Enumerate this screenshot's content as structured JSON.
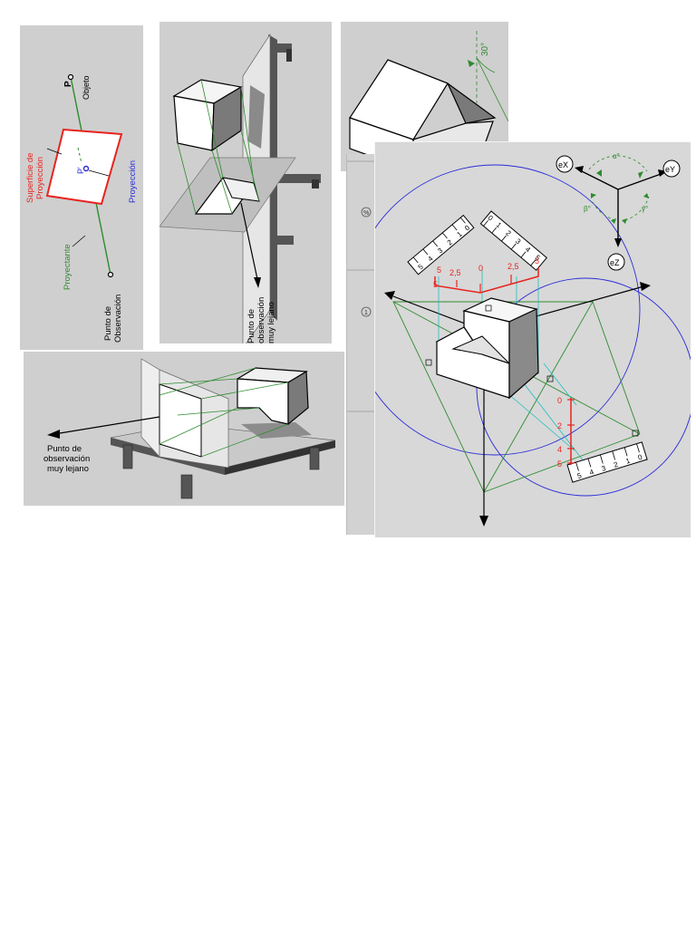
{
  "panel1": {
    "object_label": "Objeto",
    "point_p": "P",
    "surface_label_line1": "Superficie de",
    "surface_label_line2": "Proyección",
    "point_p_prime": "P'",
    "projection_label": "Proyección",
    "projector_label": "Proyectante",
    "observation_line1": "Punto de",
    "observation_line2": "Observación",
    "colors": {
      "red": "#e8231f",
      "blue": "#2a2ad8",
      "green": "#2e8b2e"
    }
  },
  "panel2": {
    "observation_line1": "Punto de",
    "observation_line2": "observación",
    "observation_line3": "muy lejano"
  },
  "panel3": {
    "angle_label": "30°"
  },
  "panel4": {
    "observation_line1": "Punto de",
    "observation_line2": "observación",
    "observation_line3": "muy lejano"
  },
  "panel6": {
    "marks": [
      "%",
      "1"
    ]
  },
  "panel5": {
    "axis_labels": {
      "ex": "eX",
      "ey": "eY",
      "ez": "eZ"
    },
    "angle_labels": {
      "alpha": "α°",
      "beta": "β°",
      "gamma": "γ°"
    },
    "left_scale_ticks": [
      "0",
      "1",
      "2",
      "3",
      "4",
      "5"
    ],
    "right_scale_ticks": [
      "0",
      "1",
      "2",
      "3",
      "4",
      "5"
    ],
    "bottom_scale_ticks": [
      "0",
      "1",
      "2",
      "3",
      "4",
      "5"
    ],
    "red_labels": {
      "left_5": "5",
      "left_25": "2,5",
      "center_0": "0",
      "right_25": "2,5",
      "right_5": "5"
    },
    "vertical_red_labels": [
      "0",
      "2",
      "4",
      "5"
    ]
  }
}
